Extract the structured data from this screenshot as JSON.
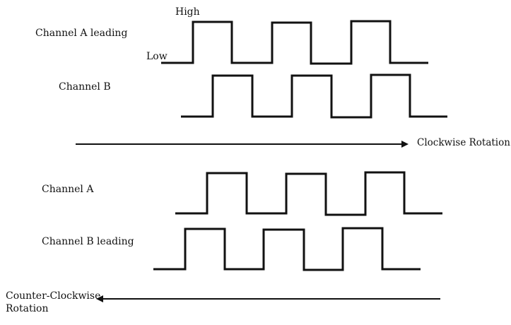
{
  "sections": [
    {
      "name": "clockwise",
      "channels": [
        {
          "label": "Channel A leading",
          "level_high_label": "High",
          "level_low_label": "Low"
        },
        {
          "label": "Channel B"
        }
      ],
      "arrow": {
        "label": "Clockwise Rotation",
        "direction": "right"
      }
    },
    {
      "name": "counter-clockwise",
      "channels": [
        {
          "label": "Channel A"
        },
        {
          "label": "Channel B leading"
        }
      ],
      "arrow": {
        "label_line1": "Counter-Clockwise",
        "label_line2": "Rotation",
        "direction": "left"
      }
    }
  ],
  "colors": {
    "line": "#111111",
    "background": "#ffffff"
  }
}
